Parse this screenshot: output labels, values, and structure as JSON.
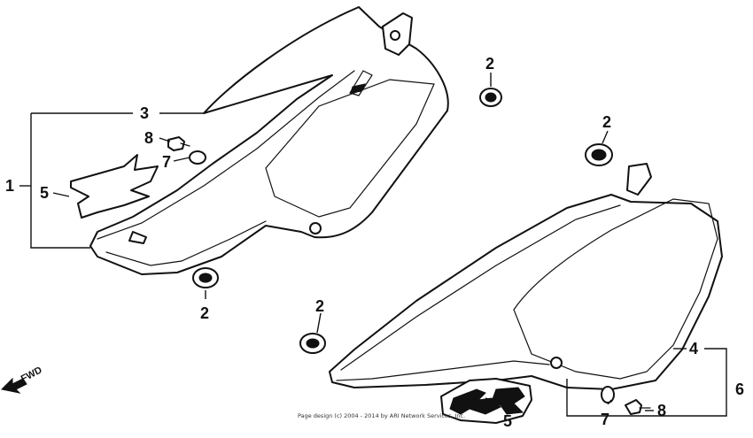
{
  "labels": {
    "l1": "1",
    "l2a": "2",
    "l2b": "2",
    "l2c": "2",
    "l2d": "2",
    "l3": "3",
    "l4": "4",
    "l5a": "5",
    "l5b": "5",
    "l6": "6",
    "l7a": "7",
    "l7b": "7",
    "l8a": "8",
    "l8b": "8"
  },
  "fwd_label": "FWD",
  "copyright": "Page design (c) 2004 - 2014 by ARI Network Services, Inc.",
  "icons": {
    "fwd_arrow": "arrow-left-down-icon"
  },
  "colors": {
    "ink": "#111111",
    "paper": "#ffffff"
  }
}
